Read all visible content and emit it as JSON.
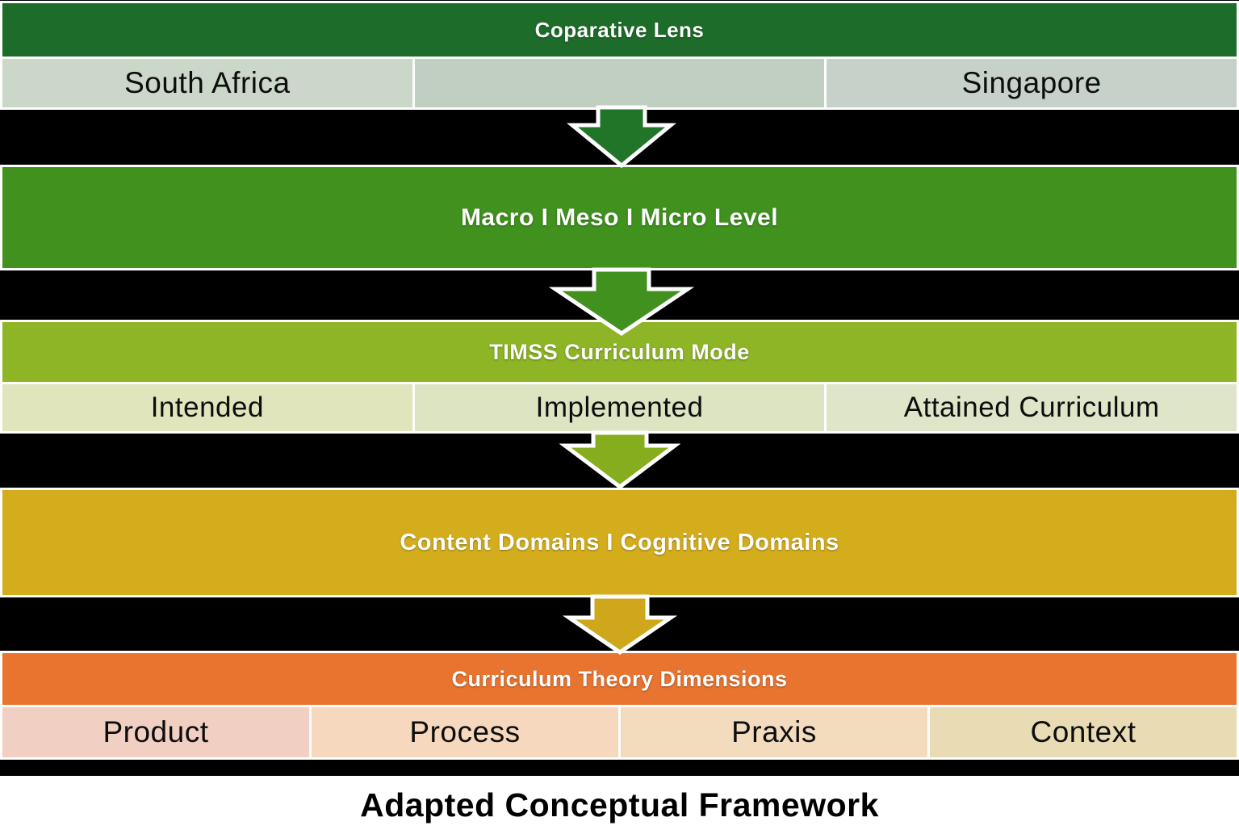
{
  "caption": "Adapted Conceptual Framework",
  "levels": {
    "comparative_lens": {
      "header": "Coparative Lens",
      "cells": [
        "South Africa",
        "",
        "Singapore"
      ]
    },
    "macro_meso_micro": {
      "header": "Macro I Meso I Micro Level"
    },
    "timss_curriculum": {
      "header": "TIMSS Curriculum Mode",
      "cells": [
        "Intended",
        "Implemented",
        "Attained Curriculum"
      ]
    },
    "content_cognitive_domains": {
      "header": "Content Domains I Cognitive Domains"
    },
    "curriculum_theory": {
      "header": "Curriculum Theory Dimensions",
      "cells": [
        "Product",
        "Process",
        "Praxis",
        "Context"
      ]
    }
  },
  "colors": {
    "header_green": "#1d6c2a",
    "level_green": "#40911e",
    "timss_green": "#8db526",
    "gold": "#d4ad1d",
    "orange": "#e9742f",
    "arrow_dark_green": "#207528",
    "arrow_green": "#40911e",
    "arrow_lime": "#85ad1e",
    "arrow_gold": "#cfa71a",
    "cell_sage_1": "#cbd7c8",
    "cell_sage_2": "#c1cfc2",
    "cell_sage_3": "#c6d1c9",
    "cell_lime_1": "#e0e5bc",
    "cell_lime_2": "#dce4c2",
    "cell_lime_3": "#dee5c9",
    "cell_pink": "#f2cfc3",
    "cell_peach": "#f5d8bd",
    "cell_tan": "#f3dcbe",
    "cell_khaki": "#e9dcb5",
    "background": "#000000",
    "footer_bg": "#ffffff",
    "text_light": "#ffffff",
    "text_dark": "#0d0d0d"
  }
}
